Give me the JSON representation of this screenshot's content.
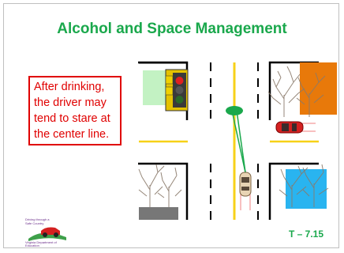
{
  "slide": {
    "title": "Alcohol and Space Management",
    "callout_lines": [
      "After drinking,",
      "the driver may",
      "tend to stare at",
      "the center line."
    ],
    "slide_number": "T – 7.15"
  },
  "logo": {
    "line1": "Driving through a",
    "line2": "Safe Country",
    "footer": "Virginia Department of Education"
  },
  "colors": {
    "title": "#1aa84c",
    "callout": "#e00000",
    "center_line": "#f7d118",
    "gaze_cone": "#1aa84c"
  }
}
